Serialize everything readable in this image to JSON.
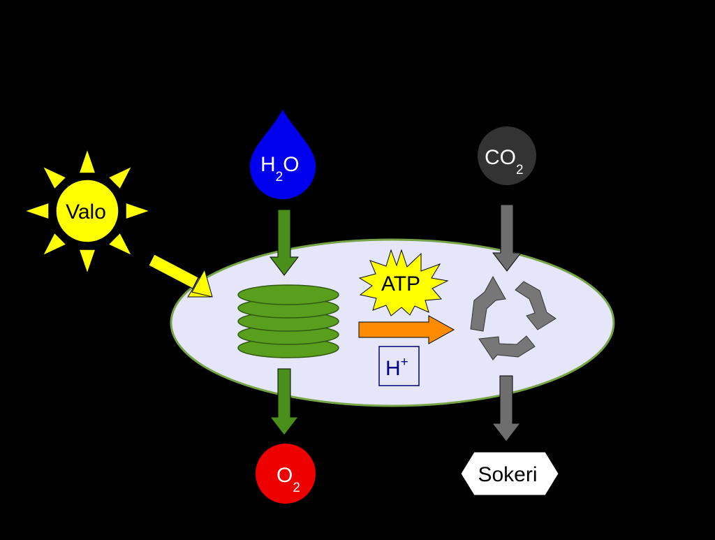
{
  "colors": {
    "background": "#000000",
    "sun": "#ffff00",
    "water": "#0000ee",
    "co2": "#333333",
    "oxygen": "#ee0000",
    "chloroplast_fill": "#e6e6fa",
    "chloroplast_border": "#77a447",
    "thylakoid": "#5a9e1e",
    "green_arrow": "#4a8f1a",
    "gray_arrow": "#6e6e6e",
    "atp_star": "#ffff00",
    "energy_arrow": "#ff8c00",
    "hplus": "#000080",
    "sugar": "#ffffff"
  },
  "sun": {
    "label": "Valo",
    "icon": "sun-icon"
  },
  "water": {
    "main": "H",
    "sub": "2",
    "tail": "O",
    "icon": "water-drop-icon"
  },
  "co2": {
    "main": "CO",
    "sub": "2"
  },
  "oxygen": {
    "main": "O",
    "sub": "2"
  },
  "atp": {
    "label": "ATP",
    "icon": "starburst-icon"
  },
  "hplus": {
    "main": "H",
    "sup": "+"
  },
  "sugar": {
    "label": "Sokeri"
  },
  "cycle": {
    "icon": "recycle-arrows-icon"
  }
}
